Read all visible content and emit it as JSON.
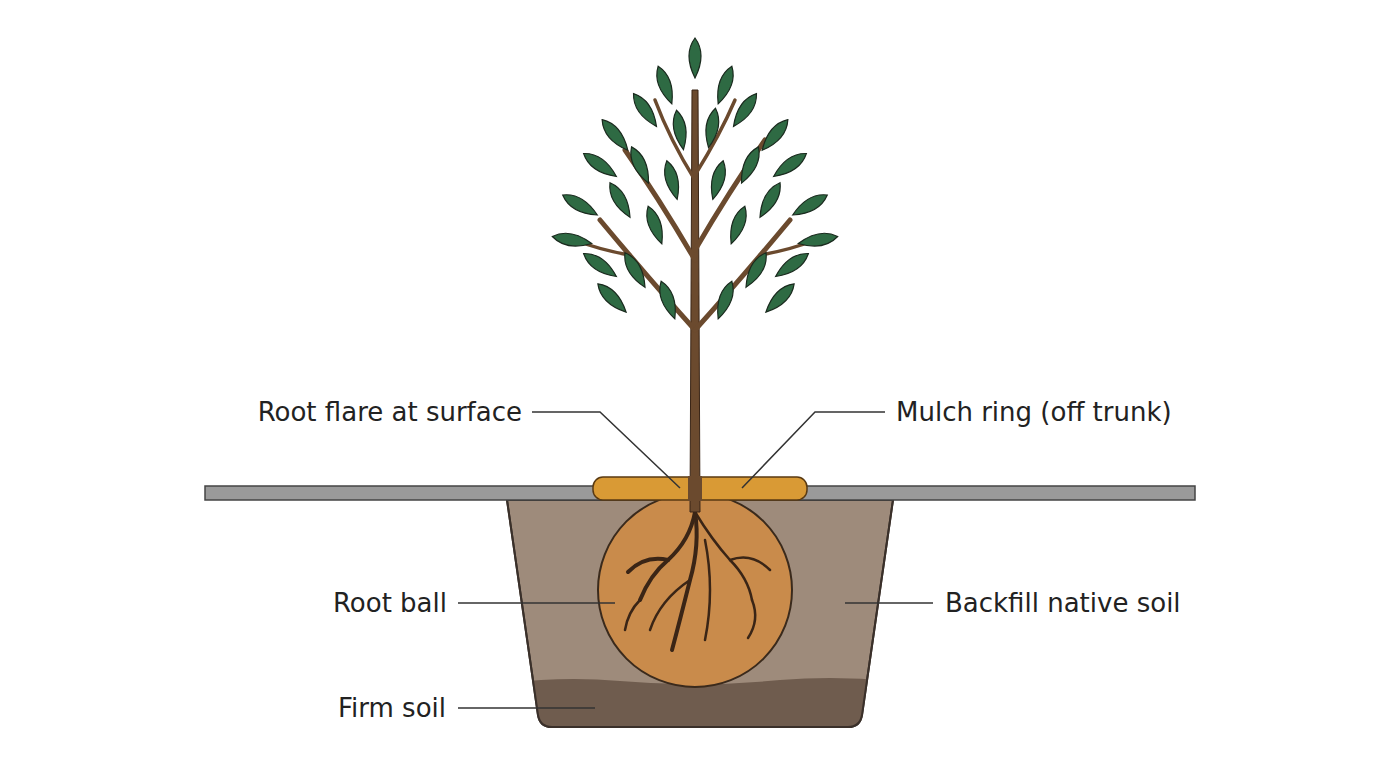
{
  "diagram": {
    "labels": [
      "Root flare at surface",
      "Mulch ring (off trunk)",
      "Root ball",
      "Backfill native soil",
      "Firm soil"
    ]
  }
}
